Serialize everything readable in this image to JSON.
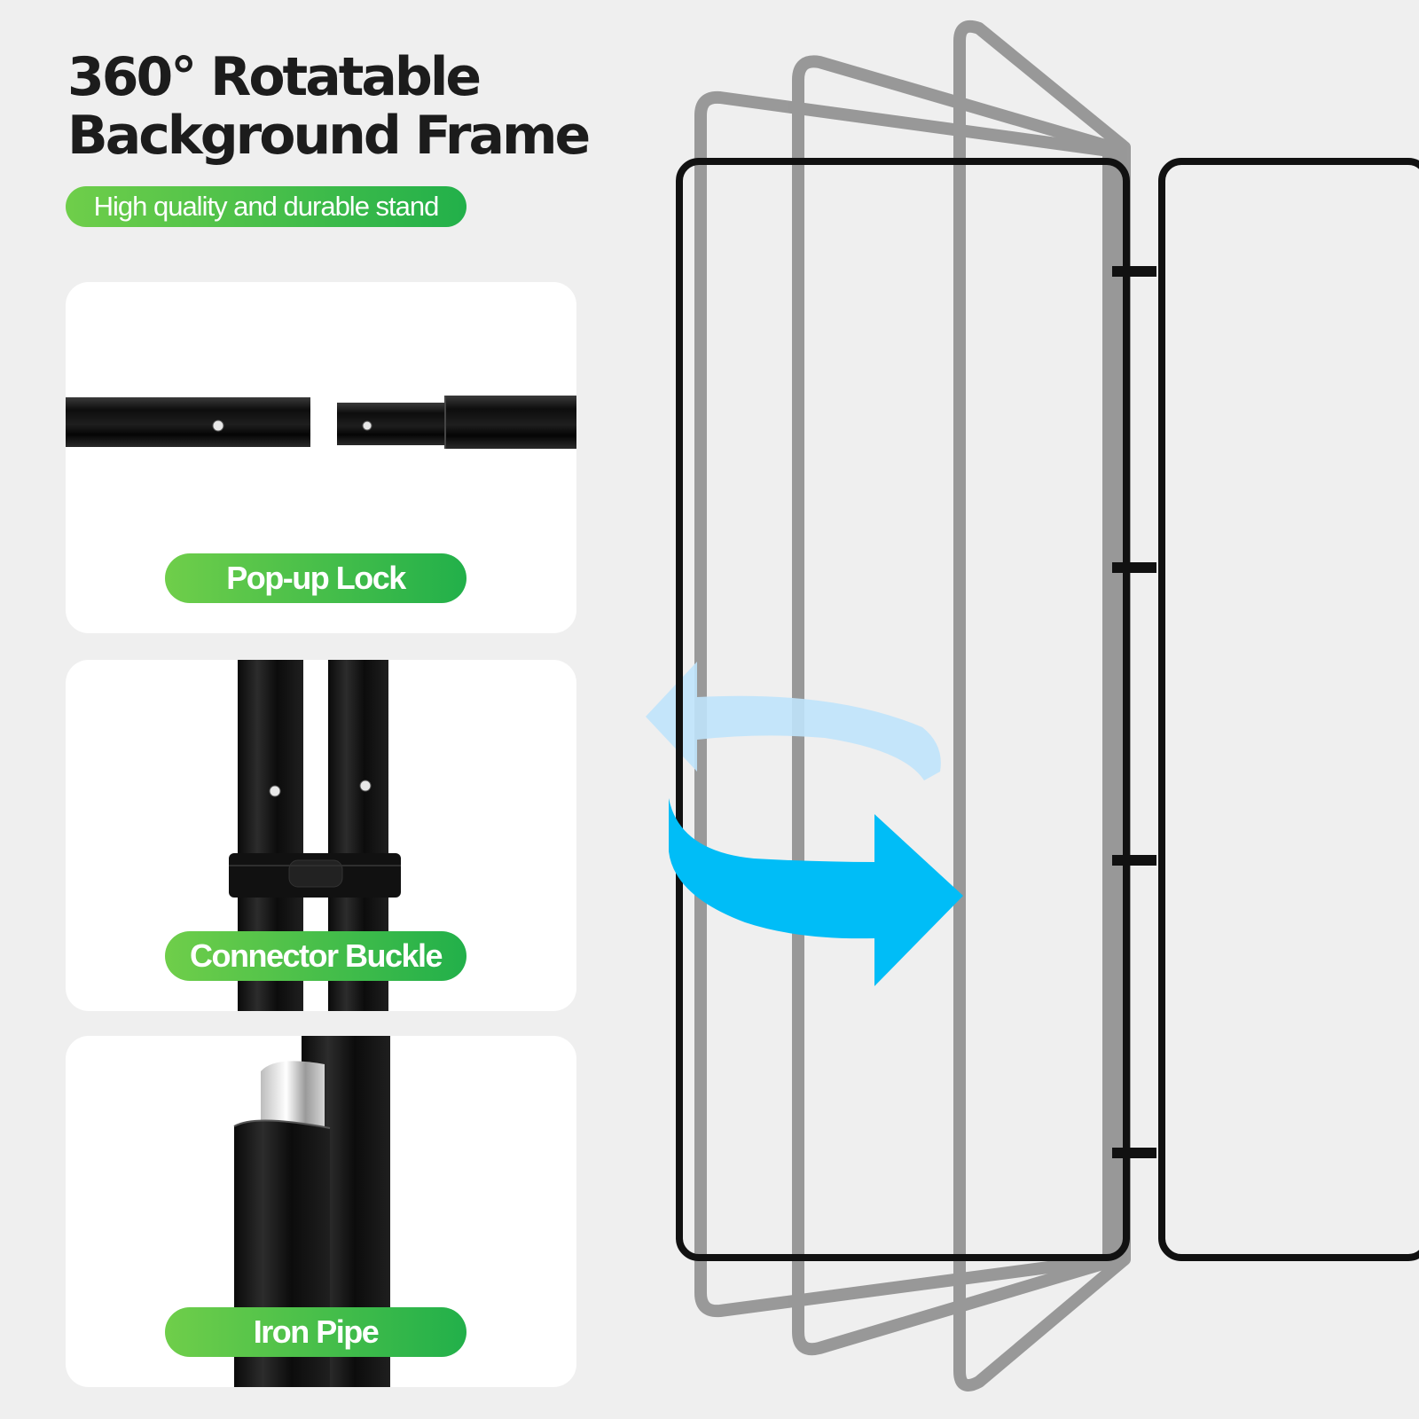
{
  "header": {
    "title_line1": "360° Rotatable",
    "title_line2": "Background Frame",
    "subtitle": "High quality and durable stand"
  },
  "features": [
    {
      "label": "Pop-up Lock",
      "icon": "pop-up-lock-image"
    },
    {
      "label": "Connector Buckle",
      "icon": "connector-buckle-image"
    },
    {
      "label": "Iron Pipe",
      "icon": "iron-pipe-image"
    }
  ],
  "colors": {
    "background": "#efefef",
    "pill_start": "#6fce4a",
    "pill_end": "#22b04a",
    "arrow_front": "#00bdf7",
    "arrow_back": "#bfe3fb",
    "frame_black": "#111111",
    "frame_gray": "#8a8a8a"
  },
  "illustration": {
    "icon": "rotating-frame-illustration",
    "arrows": [
      "rotate-left-arrow-icon",
      "rotate-right-arrow-icon"
    ]
  }
}
